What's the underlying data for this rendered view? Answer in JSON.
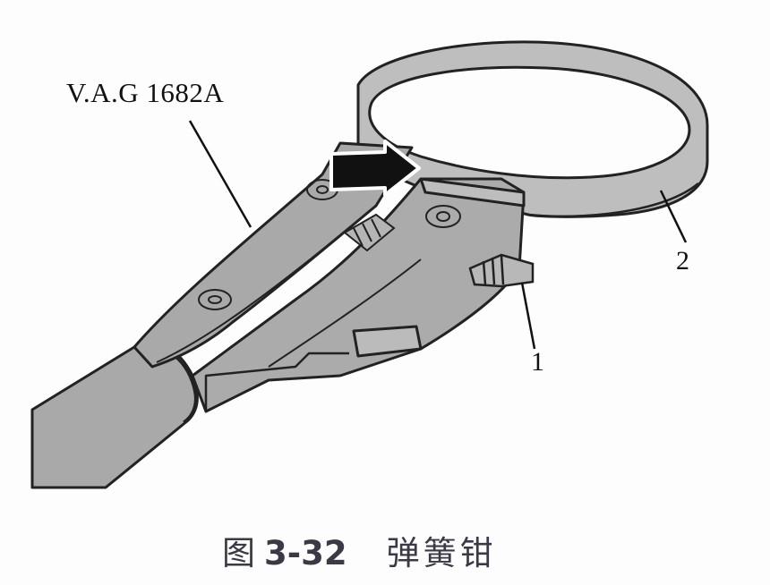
{
  "diagram": {
    "tool_label": "V.A.G 1682A",
    "callouts": [
      {
        "id": "1",
        "text": "1"
      },
      {
        "id": "2",
        "text": "2"
      }
    ],
    "caption": {
      "prefix": "图",
      "number": "3-32",
      "title": "弹簧钳"
    },
    "colors": {
      "body_fill": "#a9a9a9",
      "light_fill": "#bdbdbd",
      "outline": "#222222",
      "arrow_fill": "#111111",
      "caption_text": "#3a3a46"
    }
  }
}
